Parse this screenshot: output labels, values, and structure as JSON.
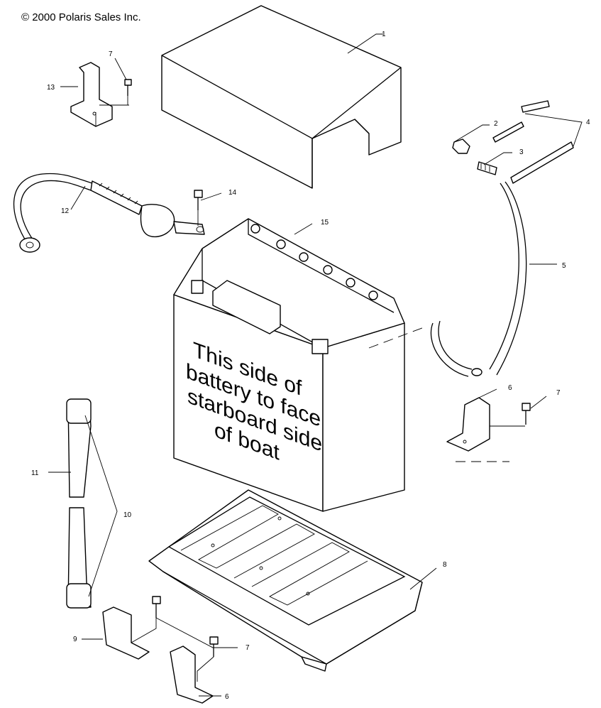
{
  "copyright": "© 2000 Polaris Sales Inc.",
  "battery_label": {
    "lines": [
      "This side of",
      "battery to face",
      "starboard side",
      "of boat"
    ]
  },
  "callouts": {
    "c1": "1",
    "c2": "2",
    "c3": "3",
    "c4": "4",
    "c5": "5",
    "c6a": "6",
    "c6b": "6",
    "c7a": "7",
    "c7b": "7",
    "c7c": "7",
    "c8": "8",
    "c9": "9",
    "c10": "10",
    "c11": "11",
    "c12": "12",
    "c13": "13",
    "c14": "14",
    "c15": "15"
  }
}
